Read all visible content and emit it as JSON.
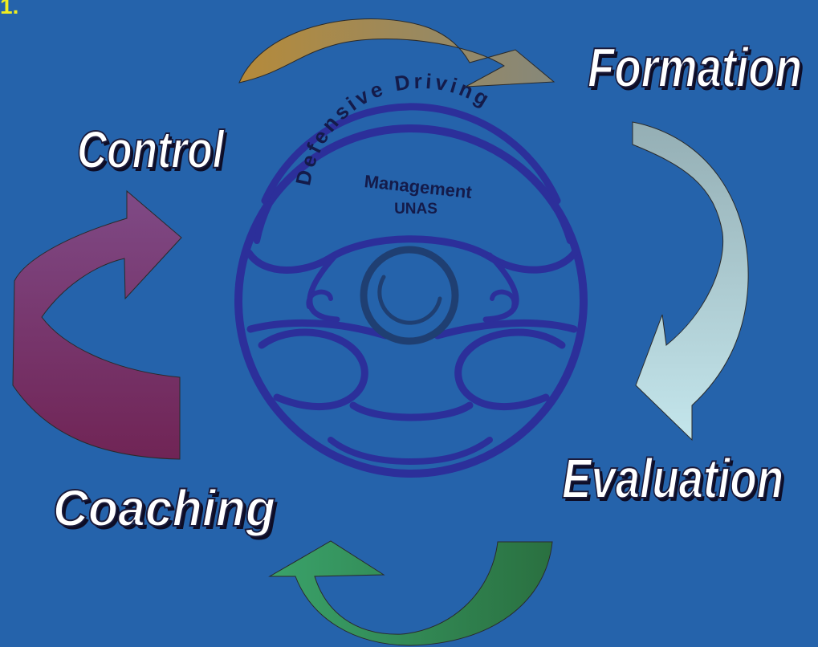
{
  "corner_mark": "1.",
  "stages": {
    "formation": "Formation",
    "evaluation": "Evaluation",
    "coaching": "Coaching",
    "control": "Control"
  },
  "wheel": {
    "arc_text": "Defensive Driving",
    "line2": "Management",
    "line3": "UNAS"
  },
  "colors": {
    "background": "#2563ab",
    "arrow_formation": "#b08a3e",
    "arrow_evaluation": "#b8dfe6",
    "arrow_coaching": "#2f8a55",
    "arrow_control": "#7a3470",
    "wheel_stroke": "#2c2f9a",
    "corner_mark": "#f0ee20"
  }
}
